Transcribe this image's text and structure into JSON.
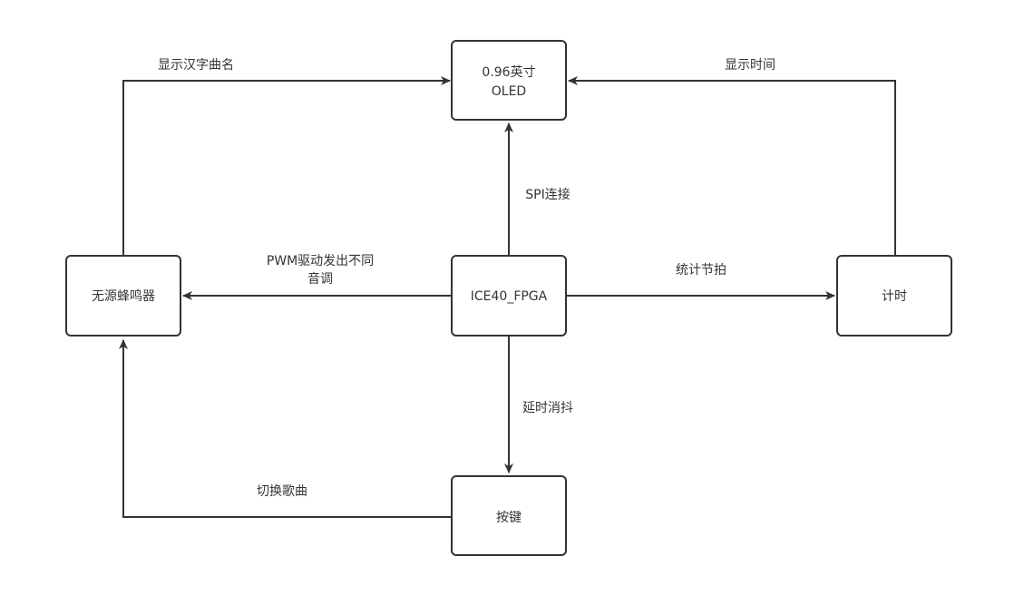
{
  "colors": {
    "background": "#ffffff",
    "stroke": "#333333",
    "text": "#333333"
  },
  "nodes": {
    "oled": {
      "line1": "0.96英寸",
      "line2": "OLED"
    },
    "fpga": {
      "label": "ICE40_FPGA"
    },
    "buzzer": {
      "label": "无源蜂鸣器"
    },
    "timer": {
      "label": "计时"
    },
    "keys": {
      "label": "按键"
    }
  },
  "edges": {
    "buzzer_to_oled": {
      "label": "显示汉字曲名"
    },
    "timer_to_oled": {
      "label": "显示时间"
    },
    "fpga_to_oled": {
      "label": "SPI连接"
    },
    "fpga_to_buzzer": {
      "line1": "PWM驱动发出不同",
      "line2": "音调"
    },
    "fpga_to_timer": {
      "label": "统计节拍"
    },
    "fpga_to_keys": {
      "label": "延时消抖"
    },
    "keys_to_buzzer": {
      "label": "切换歌曲"
    }
  }
}
